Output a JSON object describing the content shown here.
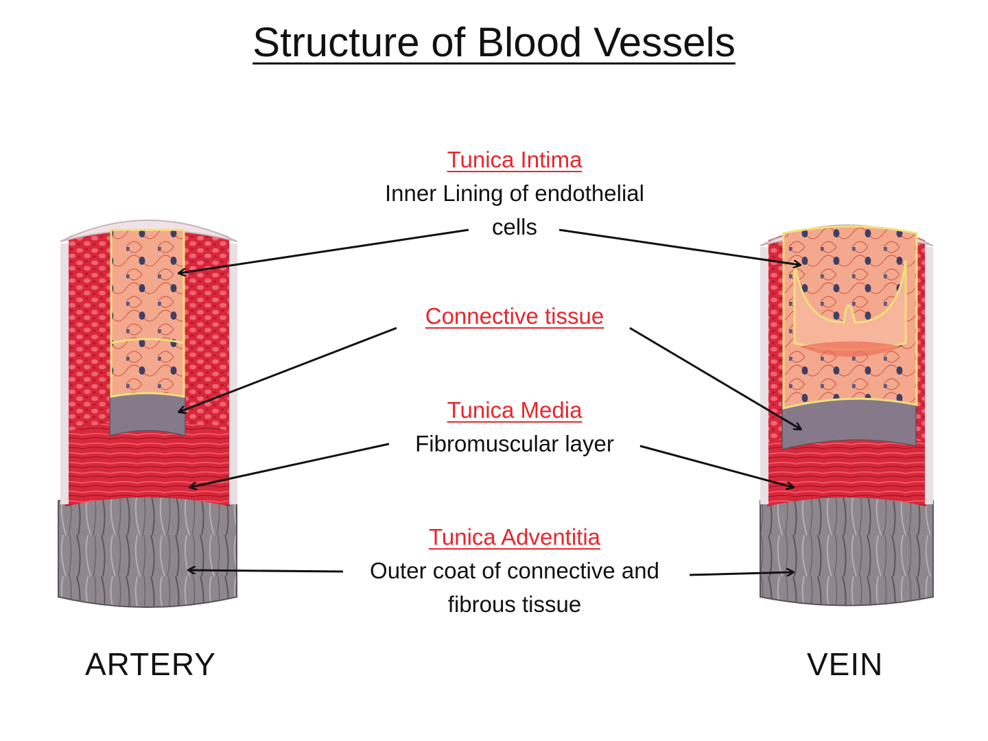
{
  "title": "Structure of Blood Vessels",
  "labels": {
    "intima": {
      "heading": "Tunica Intima",
      "line1": "Inner Lining of endothelial",
      "line2": "cells"
    },
    "connective": {
      "heading": "Connective tissue"
    },
    "media": {
      "heading": "Tunica Media",
      "line1": "Fibromuscular layer"
    },
    "adventitia": {
      "heading": "Tunica Adventitia",
      "line1": "Outer coat of connective and",
      "line2": "fibrous tissue"
    }
  },
  "vessels": {
    "artery": "ARTERY",
    "vein": "VEIN"
  },
  "colors": {
    "heading": "#e8262c",
    "arrow": "#111111",
    "muscle": "#d8283a",
    "adventitia": "#8a8388",
    "endothelium": "#f2a184"
  }
}
